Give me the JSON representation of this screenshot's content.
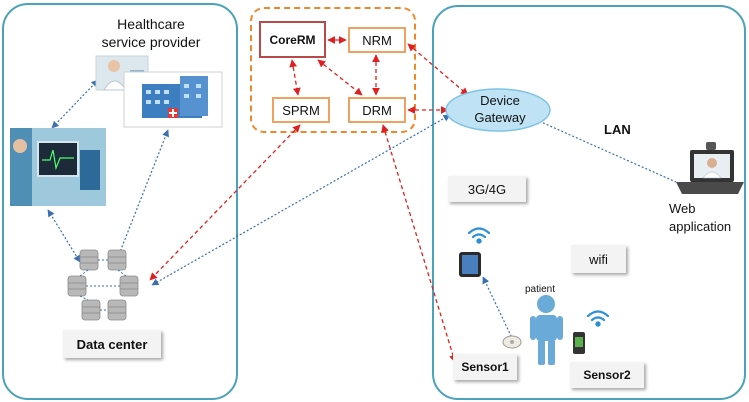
{
  "diagram": {
    "provider_label_line1": "Healthcare",
    "provider_label_line2": "service provider",
    "core_rm": "CoreRM",
    "nrm": "NRM",
    "sprm": "SPRM",
    "drm": "DRM",
    "gateway_line1": "Device",
    "gateway_line2": "Gateway",
    "lan": "LAN",
    "web_app_line1": "Web",
    "web_app_line2": "application",
    "net_3g4g": "3G/4G",
    "wifi": "wifi",
    "patient": "patient",
    "sensor1": "Sensor1",
    "sensor2": "Sensor2",
    "data_center": "Data center"
  },
  "colors": {
    "panel_border": "#4aa3b8",
    "rm_group_border": "#f0882a",
    "red_link": "#e02020",
    "blue_link": "#3a6fb0",
    "gateway_fill": "#bfe3f5",
    "patient_figure": "#6aaad8"
  },
  "icons": [
    "hospital-icon",
    "doctor-icon",
    "icu-monitor-icon",
    "database-cluster-icon",
    "laptop-icon",
    "tablet-icon",
    "wifi-icon",
    "patient-icon",
    "watch-sensor-icon",
    "sensor-pad-icon"
  ]
}
